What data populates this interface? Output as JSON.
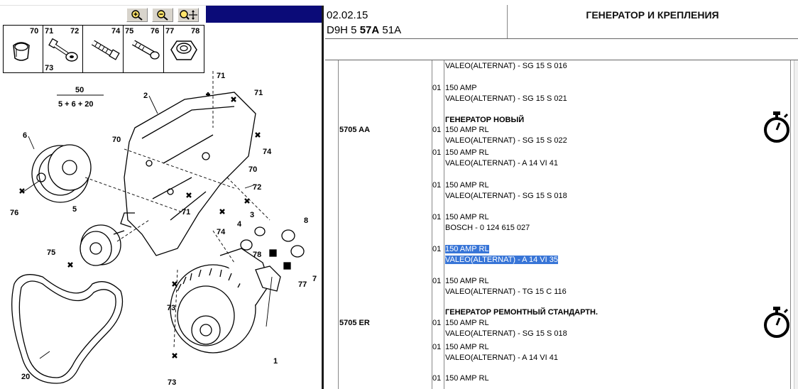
{
  "left_pane": {
    "toolbar": {
      "zoom_in": "zoom-in-icon",
      "zoom_out": "zoom-out-icon",
      "zoom_fit": "zoom-fit-icon"
    },
    "parts_strip": {
      "numbers": [
        "70",
        "71",
        "72",
        "73",
        "74",
        "75",
        "76",
        "77",
        "78"
      ]
    },
    "diagram": {
      "fraction_top": "50",
      "fraction_bottom": "5 + 6 + 20",
      "labels": [
        "71",
        "71",
        "2",
        "6",
        "70",
        "74",
        "70",
        "72",
        "76",
        "71",
        "74",
        "5",
        "3",
        "8",
        "4",
        "75",
        "78",
        "7",
        "77",
        "73",
        "1",
        "20",
        "73"
      ]
    }
  },
  "header": {
    "date": "02.02.15",
    "code_prefix": "D9H 5",
    "code_bold": "57A",
    "code_suffix": "51A",
    "title": "ГЕНЕРАТОР И КРЕПЛЕНИЯ"
  },
  "table": {
    "rows": [
      {
        "ref": "",
        "qty": "",
        "lines": [
          "VALEO(ALTERNAT) - SG 15 S 016"
        ],
        "bold": false
      },
      {
        "ref": "",
        "qty": "01",
        "lines": [
          "150 AMP",
          "VALEO(ALTERNAT) - SG 15 S 021"
        ],
        "bold": false
      },
      {
        "ref": "",
        "qty": "",
        "lines": [
          "ГЕНЕРАТОР НОВЫЙ"
        ],
        "bold": true
      },
      {
        "ref": "5705 AA",
        "qty": "01",
        "lines": [
          "150 AMP RL",
          "VALEO(ALTERNAT) - SG 15 S 022"
        ],
        "bold": false
      },
      {
        "ref": "",
        "qty": "01",
        "lines": [
          "150 AMP RL",
          "VALEO(ALTERNAT) - A 14 VI 41"
        ],
        "bold": false
      },
      {
        "ref": "",
        "qty": "01",
        "lines": [
          "150 AMP RL",
          "VALEO(ALTERNAT) - SG 15 S 018"
        ],
        "bold": false
      },
      {
        "ref": "",
        "qty": "01",
        "lines": [
          "150 AMP RL",
          "BOSCH - 0 124 615 027"
        ],
        "bold": false
      },
      {
        "ref": "",
        "qty": "01",
        "lines": [
          "150 AMP RL",
          "VALEO(ALTERNAT) - A 14 VI 35"
        ],
        "bold": false,
        "selected": true
      },
      {
        "ref": "",
        "qty": "01",
        "lines": [
          "150 AMP RL",
          "VALEO(ALTERNAT) - TG 15 C 116"
        ],
        "bold": false
      },
      {
        "ref": "",
        "qty": "",
        "lines": [
          "ГЕНЕРАТОР РЕМОНТНЫЙ СТАНДАРТН."
        ],
        "bold": true
      },
      {
        "ref": "5705 ER",
        "qty": "01",
        "lines": [
          "150 AMP RL",
          "VALEO(ALTERNAT) - SG 15 S 018"
        ],
        "bold": false
      },
      {
        "ref": "",
        "qty": "01",
        "lines": [
          "150 AMP RL",
          "VALEO(ALTERNAT) - A 14 VI 41"
        ],
        "bold": false
      },
      {
        "ref": "",
        "qty": "01",
        "lines": [
          "150 AMP RL"
        ],
        "bold": false
      }
    ],
    "timer_icon": "stopwatch-icon"
  }
}
